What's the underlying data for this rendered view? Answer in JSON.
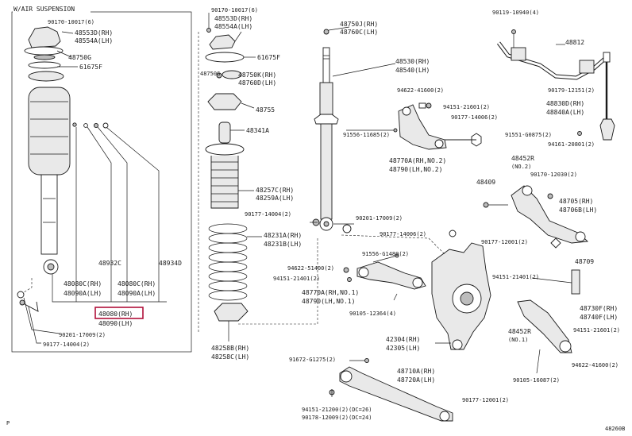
{
  "inset": {
    "title": "W/AIR SUSPENSION"
  },
  "colors": {
    "highlight": "#b0103a",
    "line": "#1a1a1a"
  },
  "labels": {
    "l_90170_10017_a": "90170-10017(6)",
    "l_48553d_a": "48553D(RH)",
    "l_48554a_a": "48554A(LH)",
    "l_48750g_a": "48750G",
    "l_61675f_a": "61675F",
    "l_48932c": "48932C",
    "l_48934d": "48934D",
    "l_48080c_rh_a": "48080C(RH)",
    "l_48090a_lh_a": "48090A(LH)",
    "l_48080c_rh_b": "48080C(RH)",
    "l_48090a_lh_b": "48090A(LH)",
    "l_48080_rh": "48080(RH)",
    "l_48090_lh": "48090(LH)",
    "l_90201_17009_a": "90201-17009(2)",
    "l_90177_14004_a": "90177-14004(2)",
    "l_90170_10017_b": "90170-10017(6)",
    "l_48553d_b": "48553D(RH)",
    "l_48554a_b": "48554A(LH)",
    "l_61675f_b": "61675F",
    "l_48750g_b": "48750G",
    "l_48750k": "48750K(RH)",
    "l_48760d": "48760D(LH)",
    "l_48755": "48755",
    "l_48341a": "48341A",
    "l_48257c": "48257C(RH)",
    "l_48259a": "48259A(LH)",
    "l_90177_14004_b": "90177-14004(2)",
    "l_48231a": "48231A(RH)",
    "l_48231b": "48231B(LH)",
    "l_48258b": "48258B(RH)",
    "l_48258c": "48258C(LH)",
    "l_48750j": "48750J(RH)",
    "l_48760c": "48760C(LH)",
    "l_48530": "48530(RH)",
    "l_48540": "48540(LH)",
    "l_94622_41600_a": "94622-41600(2)",
    "l_94151_21601_a": "94151-21601(2)",
    "l_90177_14006_a": "90177-14006(2)",
    "l_91556_11685": "91556-11685(2)",
    "l_48770_rh_2": "48770A(RH,NO.2)",
    "l_48790_lh_2": "48790(LH,NO.2)",
    "l_90201_17009_b": "90201-17009(2)",
    "l_90177_14006_b": "90177-14006(2)",
    "l_91556_g1480": "91556-G1480(2)",
    "l_94622_51400": "94622-51400(2)",
    "l_94151_21401_a": "94151-21401(2)",
    "l_48770_rh_1": "48770A(RH,NO.1)",
    "l_48790_lh_1": "48790(LH,NO.1)",
    "l_90105_12364": "90105-12364(4)",
    "l_91672_g1275": "91672-G1275(2)",
    "l_42304": "42304(RH)",
    "l_42305": "42305(LH)",
    "l_48710a": "48710A(RH)",
    "l_48720a": "48720A(LH)",
    "l_94151_21200": "94151-21200(2)(DC=26)",
    "l_90178_12009": "90178-12009(2)(DC=24)",
    "l_90177_12001_b": "90177-12001(2)",
    "l_90119_10940": "90119-10940(4)",
    "l_48812": "48812",
    "l_90179_12151": "90179-12151(2)",
    "l_48830d": "48830D(RH)",
    "l_48840a": "48840A(LH)",
    "l_91551_g0875": "91551-G0875(2)",
    "l_94161_20801": "94161-20801(2)",
    "l_48452r": "48452R",
    "l_no2": "(NO.2)",
    "l_90170_12030": "90170-12030(2)",
    "l_48409": "48409",
    "l_48705r": "48705(RH)",
    "l_48706b": "48706B(LH)",
    "l_90177_12001_a": "90177-12001(2)",
    "l_48709": "48709",
    "l_94151_21401_b": "94151-21401(2)",
    "l_48730f": "48730F(RH)",
    "l_48740f": "48740F(LH)",
    "l_48452r_b": "48452R",
    "l_no1": "(NO.1)",
    "l_94151_21601_b": "94151-21601(2)",
    "l_94622_41600_b": "94622-41600(2)",
    "l_90105_16087": "90105-16087(2)",
    "l_fig_code": "48260B",
    "l_p": "P"
  }
}
